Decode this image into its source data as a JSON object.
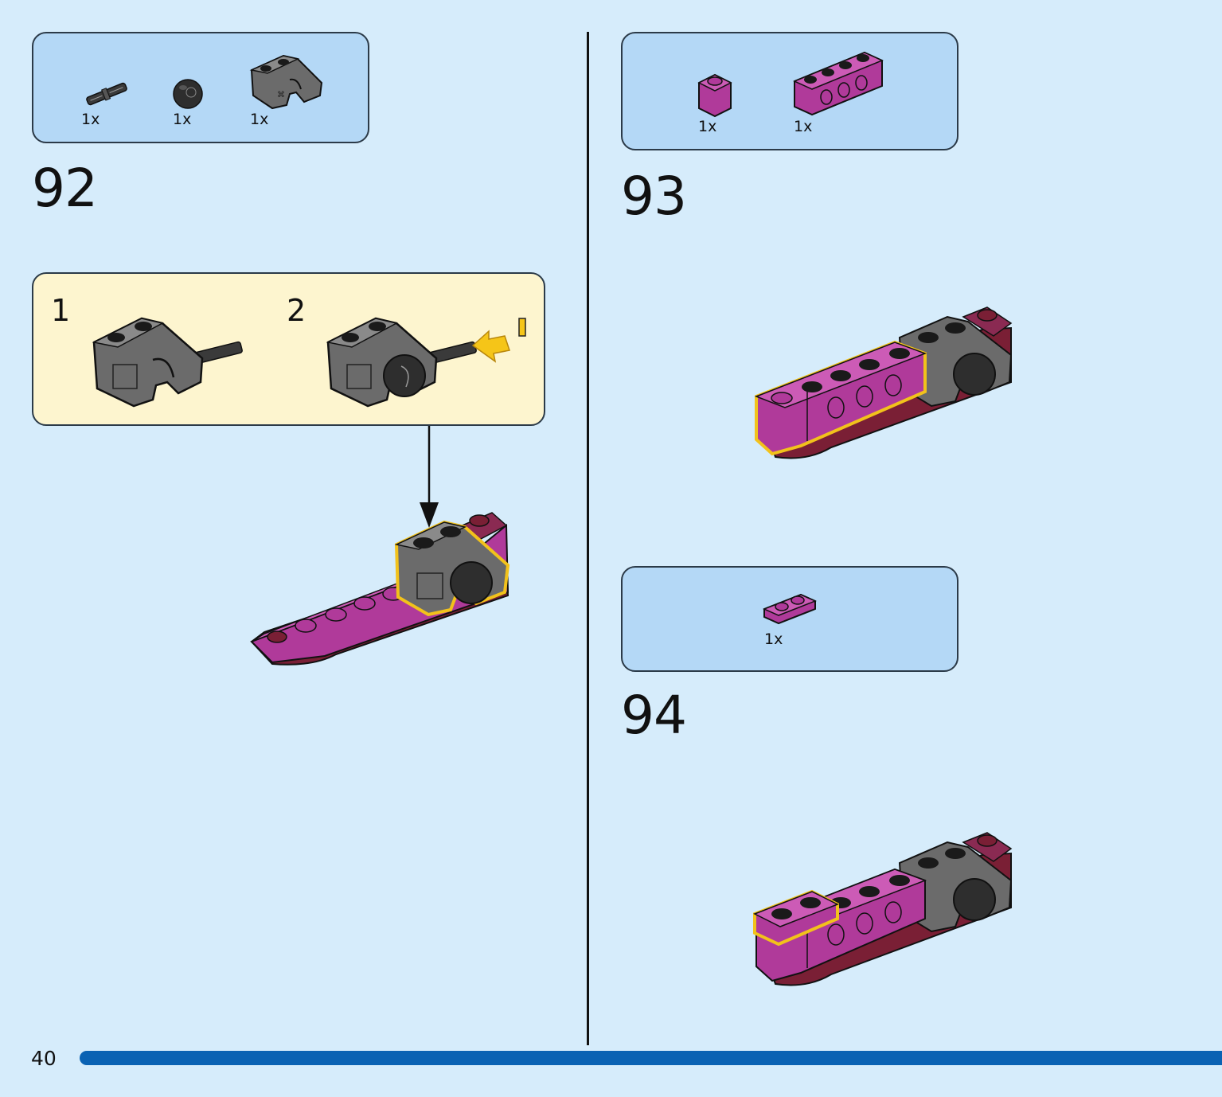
{
  "page": {
    "number": "40"
  },
  "steps": [
    {
      "number": "92",
      "parts": [
        {
          "qty": "1x",
          "icon": "axle-pin-icon"
        },
        {
          "qty": "1x",
          "icon": "wheel-ball-icon"
        },
        {
          "qty": "1x",
          "icon": "grey-bracket-icon"
        }
      ],
      "substeps": [
        {
          "number": "1"
        },
        {
          "number": "2"
        }
      ]
    },
    {
      "number": "93",
      "parts": [
        {
          "qty": "1x",
          "icon": "magenta-brick-1x1-icon"
        },
        {
          "qty": "1x",
          "icon": "magenta-technic-brick-1x4-icon"
        }
      ]
    },
    {
      "number": "94",
      "parts": [
        {
          "qty": "1x",
          "icon": "magenta-plate-1x2-icon"
        }
      ]
    }
  ],
  "colors": {
    "background": "#d6ecfb",
    "parts_box": "#b4d8f6",
    "subassembly_box": "#fdf5cf",
    "magenta": "#b03a9a",
    "dark_red": "#7a1f35",
    "grey": "#6b6b6b",
    "highlight": "#f2c21b",
    "arrow": "#f5c518",
    "progress_bar": "#0a62b3"
  }
}
